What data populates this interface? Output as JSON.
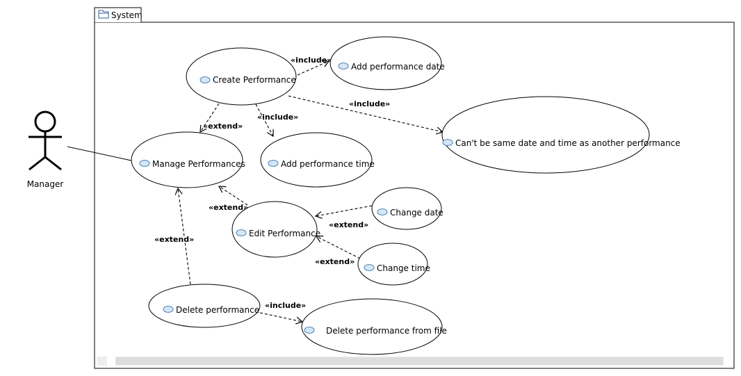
{
  "system": {
    "title": "System"
  },
  "actor": {
    "name": "Manager"
  },
  "use_cases": {
    "create_performance": "Create Performance",
    "add_performance_date": "Add performance date",
    "add_performance_time": "Add performance time",
    "cant_be_same": "Can't be same date and time as another performance",
    "manage_performances": "Manage Performances",
    "edit_performance": "Edit Performance",
    "change_date": "Change date",
    "change_time": "Change time",
    "delete_performance": "Delete performance",
    "delete_from_file": "Delete performance from file"
  },
  "relations": {
    "include": "«include»",
    "extend": "«extend»"
  },
  "colors": {
    "icon_fill": "#d6e6f7",
    "icon_stroke": "#4a7fb5",
    "scrollbar": "#e2e2e2"
  }
}
